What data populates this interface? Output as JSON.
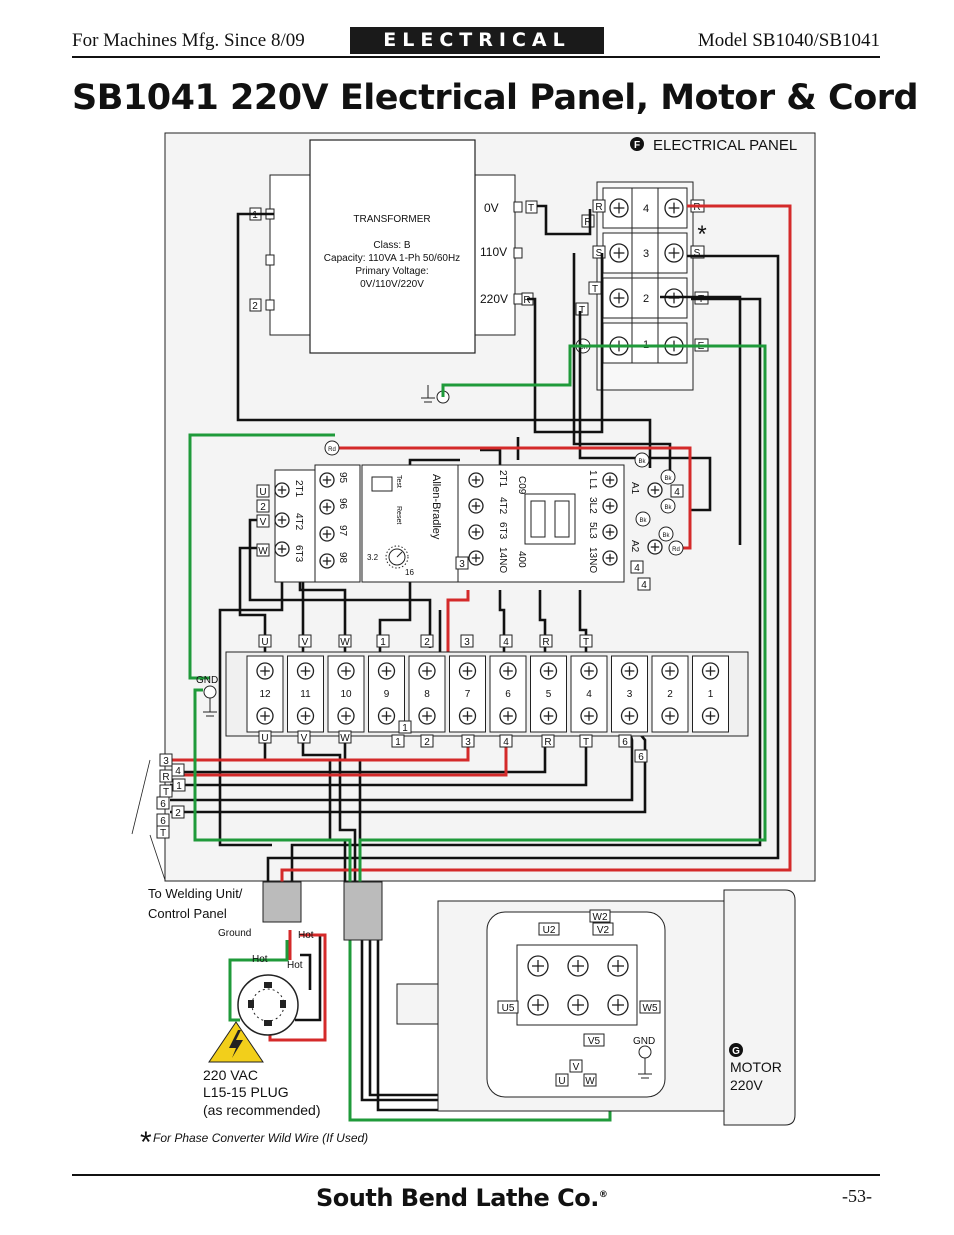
{
  "header": {
    "left": "For Machines Mfg. Since 8/09",
    "section": "ELECTRICAL",
    "right": "Model SB1040/SB1041"
  },
  "title": "SB1041 220V Electrical Panel, Motor & Cord",
  "footer": {
    "brand": "South Bend Lathe Co.",
    "reg": "®",
    "page": "-53-"
  },
  "panel": {
    "badge": "F",
    "label": "ELECTRICAL PANEL",
    "transformer": {
      "title": "TRANSFORMER",
      "class": "Class: B",
      "capacity": "Capacity: 110VA 1-Ph 50/60Hz",
      "primary": "Primary Voltage:",
      "voltages": "0V/110V/220V",
      "tap_0v": "0V",
      "tap_110v": "110V",
      "tap_220v": "220V",
      "tap_tag_t": "T",
      "tap_tag_r": "R",
      "left_1": "1",
      "left_2": "2"
    },
    "power_block": {
      "numbers": [
        "4",
        "3",
        "2",
        "1"
      ],
      "right_tags": [
        "R",
        "S",
        "T",
        "E"
      ],
      "left_tags": [
        "R",
        "R",
        "S",
        "T",
        "T"
      ],
      "gn": "Gn",
      "star": "*"
    },
    "overload": {
      "brand": "Allen-Bradley",
      "test": "Test",
      "reset": "Reset",
      "dial_low": "3.2",
      "dial_high": "16",
      "top_row": [
        "95",
        "96",
        "97",
        "98"
      ],
      "bottom_row": [
        "2T1",
        "4T2",
        "6T3"
      ],
      "side_tags": [
        "U",
        "2",
        "V",
        "W"
      ]
    },
    "contactor": {
      "model": "C09",
      "rating": "400",
      "bottom_row": [
        "2T1",
        "4T2",
        "6T3",
        "14NO"
      ],
      "top_row": [
        "1 L1",
        "3L2",
        "5L3",
        "13NO"
      ],
      "a1": "A1",
      "a2": "A2",
      "wire_bk": "Bk",
      "wire_rd": "Rd",
      "tag_3": "3",
      "tag_4": "4"
    },
    "terminal_strip": {
      "numbers": [
        "12",
        "11",
        "10",
        "9",
        "8",
        "7",
        "6",
        "5",
        "4",
        "3",
        "2",
        "1"
      ],
      "top_tags": [
        "U",
        "V",
        "W",
        "1",
        "2",
        "3",
        "4",
        "R",
        "T"
      ],
      "bottom_tags": [
        "U",
        "V",
        "W",
        "1",
        "1",
        "2",
        "3",
        "4",
        "R",
        "T",
        "6",
        "6"
      ],
      "gnd": "GND"
    },
    "cable_tags": [
      "3",
      "4",
      "R",
      "1",
      "T",
      "6",
      "2",
      "6",
      "T"
    ]
  },
  "cord": {
    "label_line1": "To Welding Unit/",
    "label_line2": "Control Panel",
    "ground": "Ground",
    "hot": "Hot",
    "plug_line1": "220 VAC",
    "plug_line2": "L15-15 PLUG",
    "plug_line3": "(as recommended)"
  },
  "motor": {
    "badge": "G",
    "label_line1": "MOTOR",
    "label_line2": "220V",
    "tags": [
      "U2",
      "W2",
      "V2",
      "U5",
      "W5",
      "V5",
      "V",
      "U",
      "W"
    ],
    "gnd": "GND"
  },
  "note": "For Phase Converter Wild Wire (If Used)",
  "note_star": "*",
  "colors": {
    "red": "#d42a2a",
    "green": "#1f9a3a",
    "black": "#111111",
    "panel_bg": "#f5f5f5"
  }
}
